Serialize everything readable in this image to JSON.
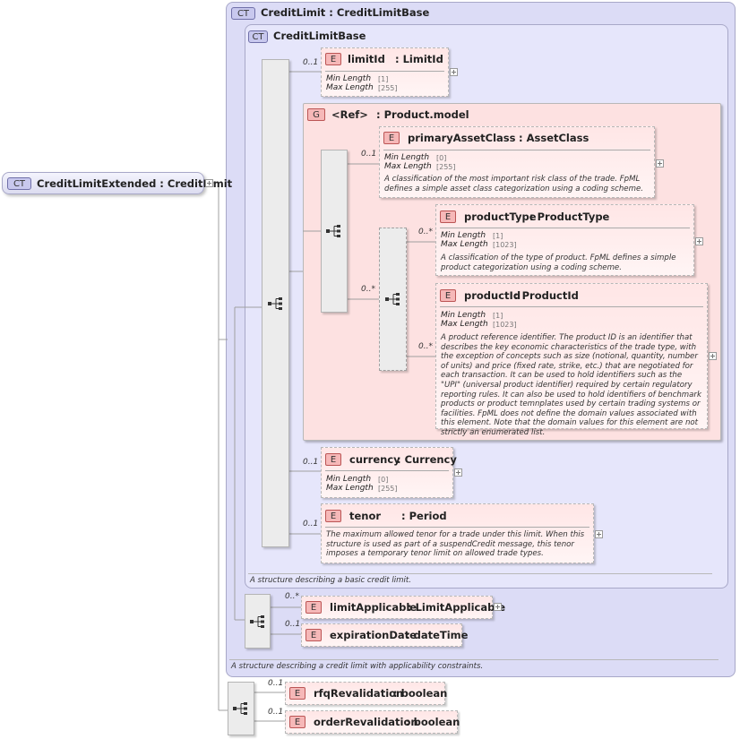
{
  "root": {
    "badge": "CT",
    "label": "CreditLimitExtended : CreditLimit"
  },
  "outer_type": {
    "badge": "CT",
    "label": "CreditLimit : CreditLimitBase",
    "footer": "A structure describing a credit limit with applicability constraints."
  },
  "inner_type": {
    "badge": "CT",
    "label": "CreditLimitBase",
    "footer": "A structure describing a basic credit limit."
  },
  "group": {
    "badge": "G",
    "ref": "<Ref>",
    "label": ": Product.model"
  },
  "labels": {
    "min_length": "Min Length",
    "max_length": "Max Length"
  },
  "elements": {
    "limitId": {
      "badge": "E",
      "name": "limitId",
      "type": ": LimitId",
      "card": "0..1",
      "min": "[1]",
      "max": "[255]"
    },
    "primaryAssetClass": {
      "badge": "E",
      "name": "primaryAssetClass",
      "type": ": AssetClass",
      "card": "0..1",
      "min": "[0]",
      "max": "[255]",
      "doc": "A classification of the most important risk class of the trade. FpML defines a simple asset class categorization using a coding scheme."
    },
    "productType": {
      "badge": "E",
      "name": "productType",
      "type": ": ProductType",
      "card": "0..*",
      "min": "[1]",
      "max": "[1023]",
      "doc": "A classification of the type of product. FpML defines a simple product categorization using a coding scheme."
    },
    "productId": {
      "badge": "E",
      "name": "productId",
      "type": ": ProductId",
      "card": "0..*",
      "min": "[1]",
      "max": "[1023]",
      "doc": "A product reference identifier. The product ID is an identifier that describes the key economic characteristics of the trade type, with the exception of concepts such as size (notional, quantity, number of units) and price (fixed rate, strike, etc.) that are negotiated for each transaction. It can be used to hold identifiers such as the \"UPI\" (universal product identifier) required by certain regulatory reporting rules. It can also be used to hold identifiers of benchmark products or product temnplates used by certain trading systems or facilities. FpML does not define the domain values associated with this element. Note that the domain values for this element are not strictly an enumerated list."
    },
    "currency": {
      "badge": "E",
      "name": "currency",
      "type": ": Currency",
      "card": "0..1",
      "min": "[0]",
      "max": "[255]"
    },
    "tenor": {
      "badge": "E",
      "name": "tenor",
      "type": ": Period",
      "card": "0..1",
      "doc": "The maximum allowed tenor for a trade under this limit. When this structure is used as part of a suspendCredit message, this tenor imposes a temporary tenor limit on allowed trade types."
    },
    "limitApplicable": {
      "badge": "E",
      "name": "limitApplicable",
      "type": ": LimitApplicable",
      "card": "0..*"
    },
    "expirationDate": {
      "badge": "E",
      "name": "expirationDate",
      "type": ": dateTime",
      "card": "0..1"
    },
    "rfqRevalidation": {
      "badge": "E",
      "name": "rfqRevalidation",
      "type": ": boolean",
      "card": "0..1"
    },
    "orderRevalidation": {
      "badge": "E",
      "name": "orderRevalidation",
      "type": ": boolean",
      "card": "0..1"
    }
  },
  "colors": {
    "complex_type_fill": "#dcdcf6",
    "group_fill": "#fde1e1",
    "element_badge": "#f6b8b8",
    "connector": "#a0a0a0"
  }
}
